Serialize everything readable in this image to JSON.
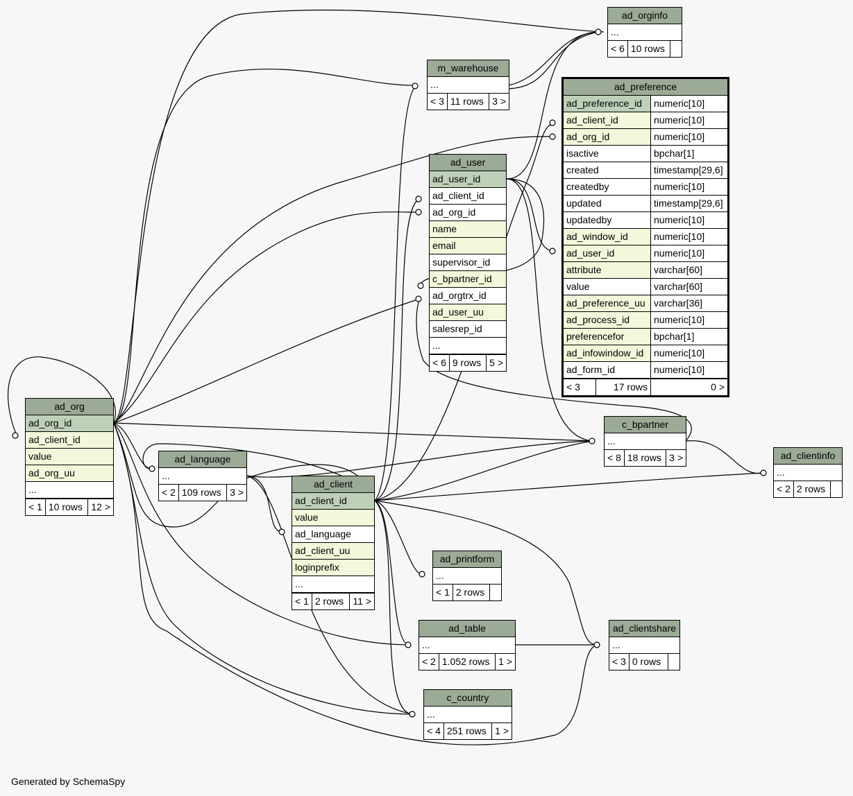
{
  "footer": "Generated by SchemaSpy",
  "tables": {
    "ad_orginfo": {
      "title": "ad_orginfo",
      "rows": [
        "..."
      ],
      "foot": [
        "< 6",
        "10 rows",
        ""
      ]
    },
    "m_warehouse": {
      "title": "m_warehouse",
      "rows": [
        "..."
      ],
      "foot": [
        "< 3",
        "11 rows",
        "3 >"
      ]
    },
    "ad_preference": {
      "title": "ad_preference",
      "cols": [
        [
          "ad_preference_id",
          "numeric[10]"
        ],
        [
          "ad_client_id",
          "numeric[10]"
        ],
        [
          "ad_org_id",
          "numeric[10]"
        ],
        [
          "isactive",
          "bpchar[1]"
        ],
        [
          "created",
          "timestamp[29,6]"
        ],
        [
          "createdby",
          "numeric[10]"
        ],
        [
          "updated",
          "timestamp[29,6]"
        ],
        [
          "updatedby",
          "numeric[10]"
        ],
        [
          "ad_window_id",
          "numeric[10]"
        ],
        [
          "ad_user_id",
          "numeric[10]"
        ],
        [
          "attribute",
          "varchar[60]"
        ],
        [
          "value",
          "varchar[60]"
        ],
        [
          "ad_preference_uu",
          "varchar[36]"
        ],
        [
          "ad_process_id",
          "numeric[10]"
        ],
        [
          "preferencefor",
          "bpchar[1]"
        ],
        [
          "ad_infowindow_id",
          "numeric[10]"
        ],
        [
          "ad_form_id",
          "numeric[10]"
        ]
      ],
      "foot": [
        "< 3",
        "17 rows",
        "0 >"
      ]
    },
    "ad_user": {
      "title": "ad_user",
      "rows": [
        "ad_user_id",
        "ad_client_id",
        "ad_org_id",
        "name",
        "email",
        "supervisor_id",
        "c_bpartner_id",
        "ad_orgtrx_id",
        "ad_user_uu",
        "salesrep_id",
        "..."
      ],
      "foot": [
        "< 6",
        "9 rows",
        "5 >"
      ]
    },
    "ad_org": {
      "title": "ad_org",
      "rows": [
        "ad_org_id",
        "ad_client_id",
        "value",
        "ad_org_uu",
        "..."
      ],
      "foot": [
        "< 1",
        "10 rows",
        "12 >"
      ]
    },
    "ad_language": {
      "title": "ad_language",
      "rows": [
        "..."
      ],
      "foot": [
        "< 2",
        "109 rows",
        "3 >"
      ]
    },
    "ad_client": {
      "title": "ad_client",
      "rows": [
        "ad_client_id",
        "value",
        "ad_language",
        "ad_client_uu",
        "loginprefix",
        "..."
      ],
      "foot": [
        "< 1",
        "2 rows",
        "11 >"
      ]
    },
    "c_bpartner": {
      "title": "c_bpartner",
      "rows": [
        "..."
      ],
      "foot": [
        "< 8",
        "18 rows",
        "3 >"
      ]
    },
    "ad_clientinfo": {
      "title": "ad_clientinfo",
      "rows": [
        "..."
      ],
      "foot": [
        "< 2",
        "2 rows",
        ""
      ]
    },
    "ad_printform": {
      "title": "ad_printform",
      "rows": [
        "..."
      ],
      "foot": [
        "< 1",
        "2 rows",
        ""
      ]
    },
    "ad_table": {
      "title": "ad_table",
      "rows": [
        "..."
      ],
      "foot": [
        "< 2",
        "1.052 rows",
        "1 >"
      ]
    },
    "ad_clientshare": {
      "title": "ad_clientshare",
      "rows": [
        "..."
      ],
      "foot": [
        "< 3",
        "0 rows",
        ""
      ]
    },
    "c_country": {
      "title": "c_country",
      "rows": [
        "..."
      ],
      "foot": [
        "< 4",
        "251 rows",
        "1 >"
      ]
    }
  },
  "colors": {
    "header": "#9bab96",
    "pk": "#bed1b8",
    "fk": "#f4f7da",
    "background": "#f7f7f7"
  }
}
